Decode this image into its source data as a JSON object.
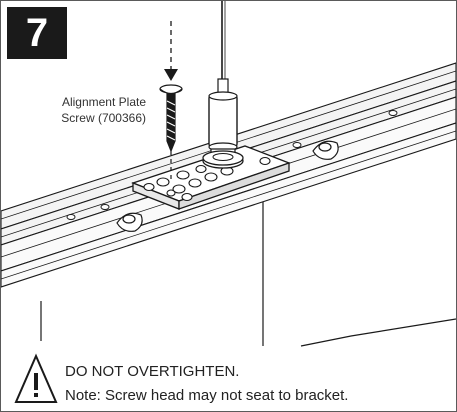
{
  "step": {
    "number": "7"
  },
  "callout": {
    "line1": "Alignment Plate",
    "line2": "Screw (700366)"
  },
  "warning": {
    "title": "DO NOT OVERTIGHTEN.",
    "note": "Note: Screw head may not seat to bracket."
  },
  "icons": {
    "warning": "warning-triangle-icon"
  },
  "colors": {
    "ink": "#1a1a1a",
    "rail_fill": "#f2f2f2",
    "background": "#ffffff"
  }
}
